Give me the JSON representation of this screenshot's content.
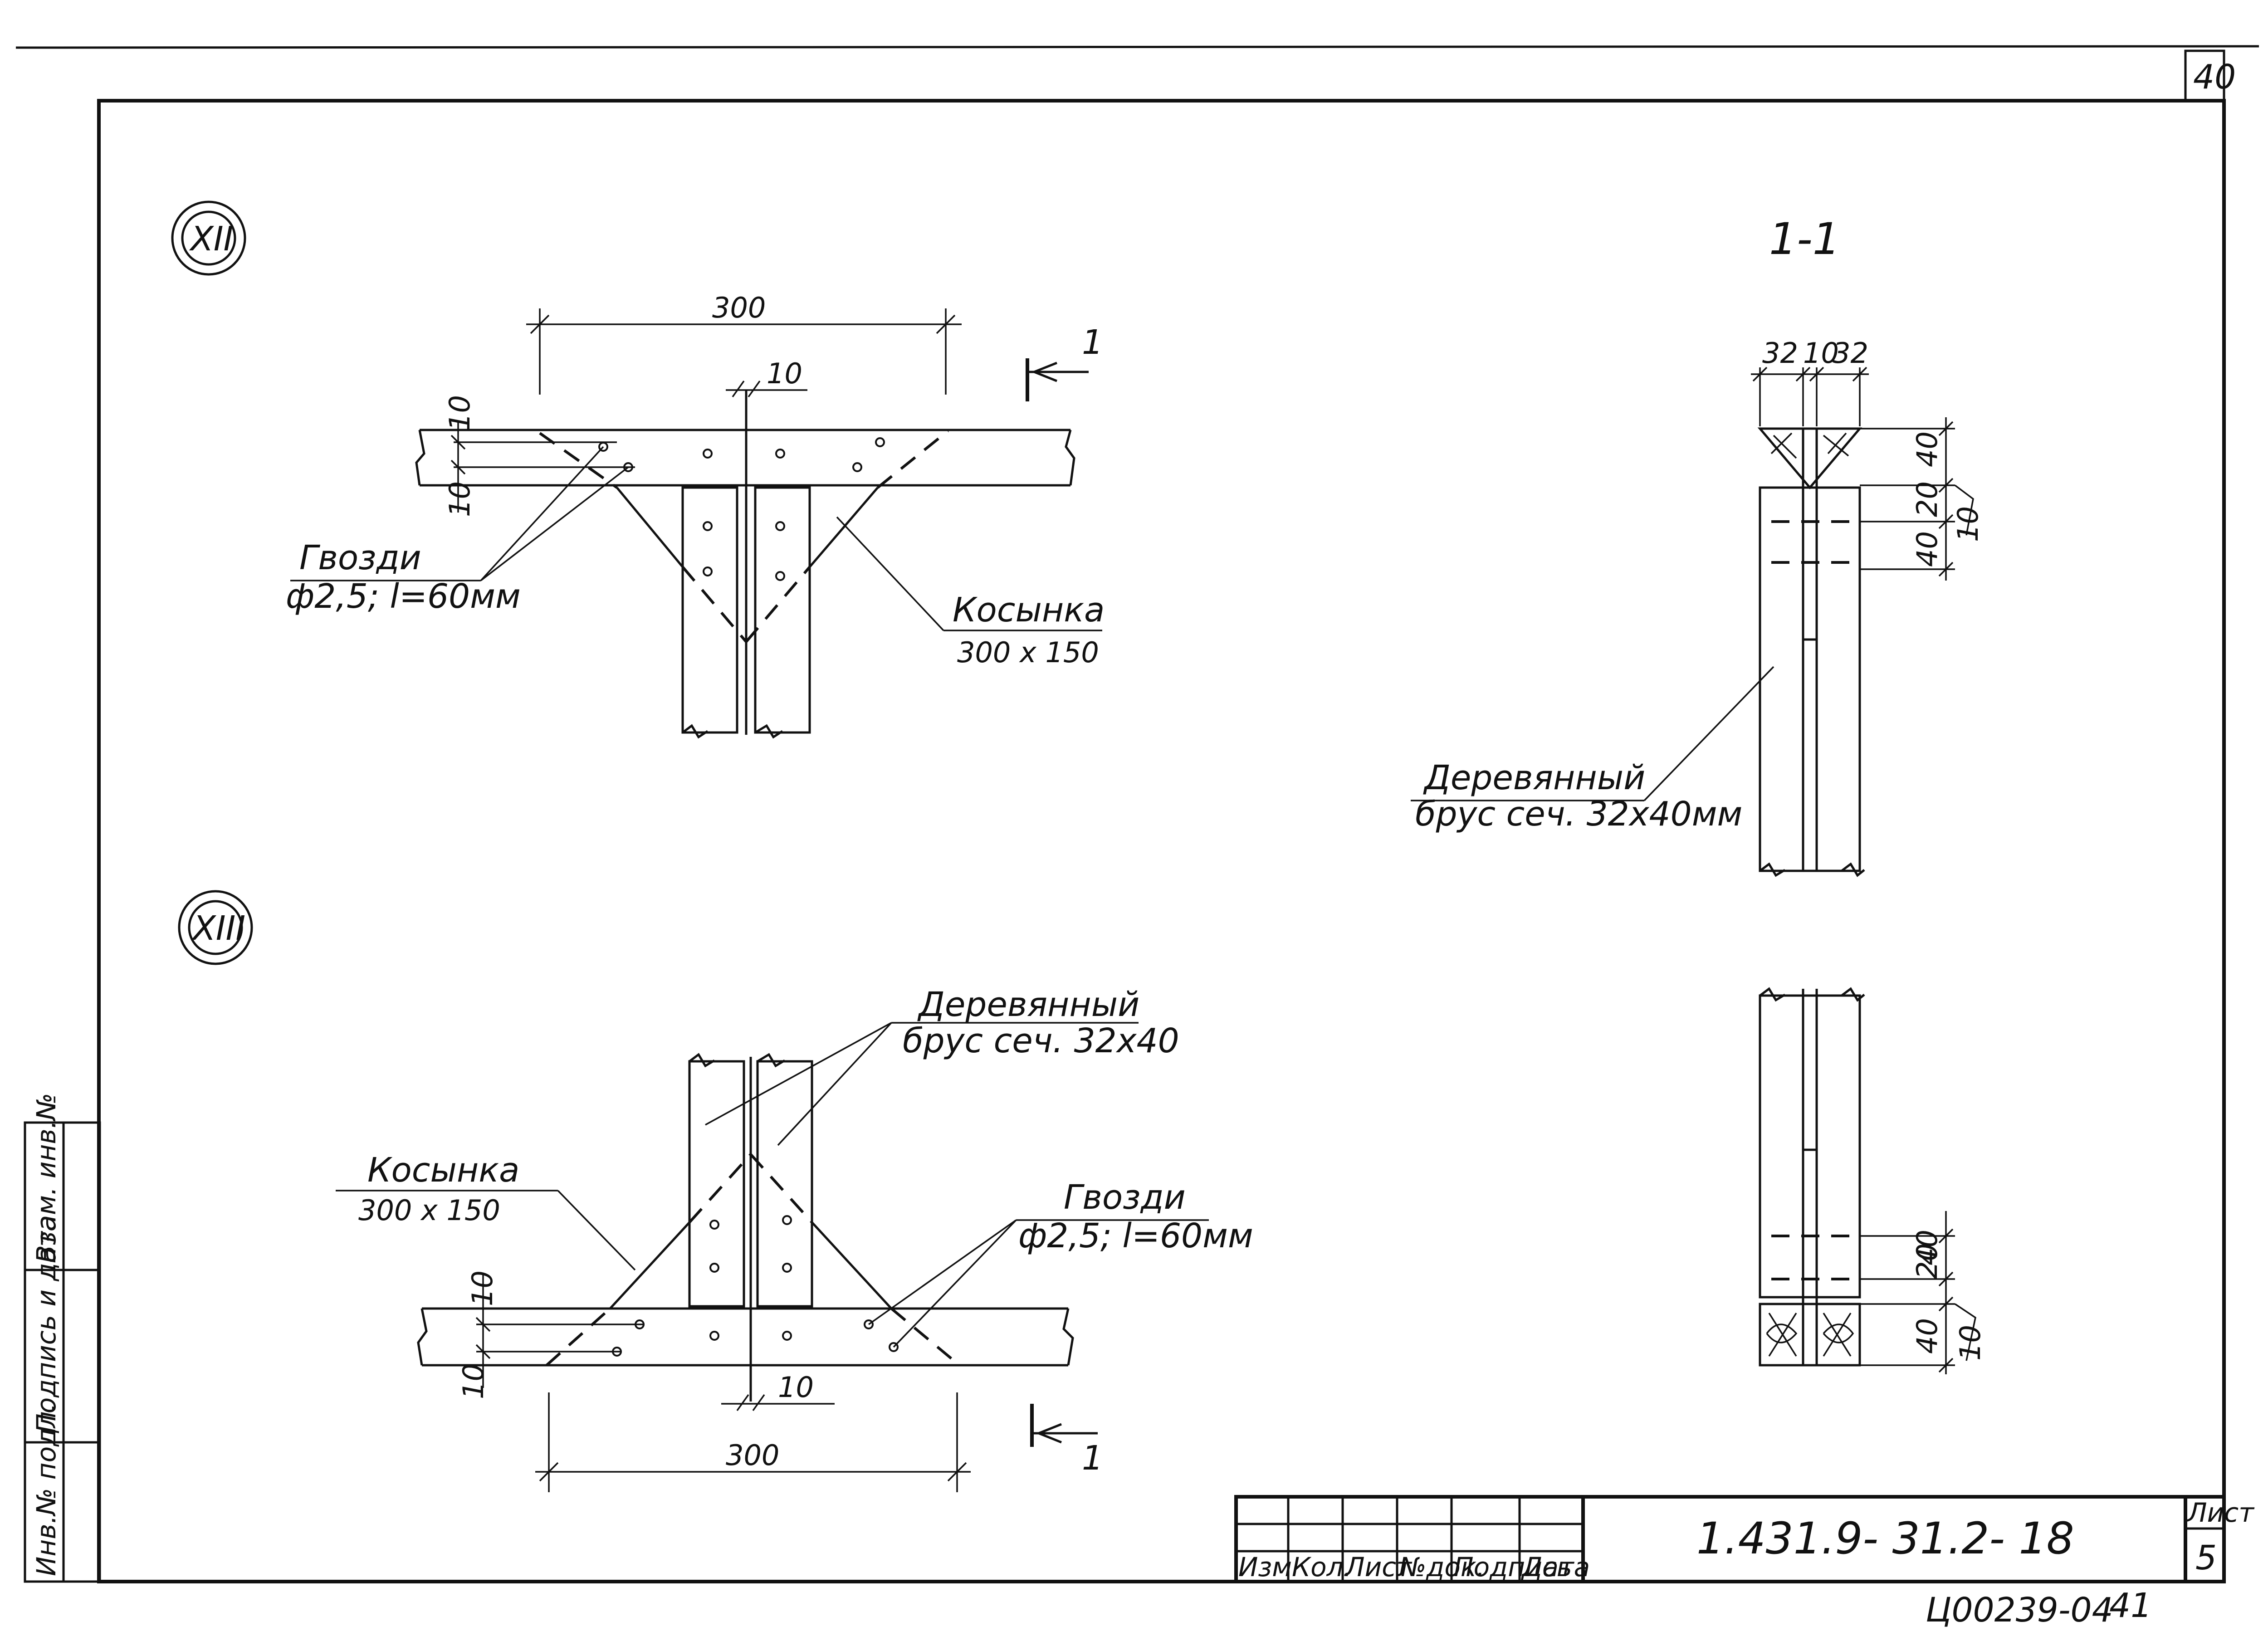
{
  "sheet_number_top": "40",
  "section_label": "1-1",
  "detail_xii": {
    "marker": "XII",
    "dim_width": "300",
    "dim_gap": "10",
    "dim_edge_1": "10",
    "dim_edge_2": "10",
    "section_cut": "1",
    "nails_label": "Гвозди",
    "nails_spec": "ф2,5; l=60мм",
    "gusset_label": "Косынка",
    "gusset_size": "300 х 150"
  },
  "detail_xiii": {
    "marker": "XIII",
    "dim_width": "300",
    "dim_gap": "10",
    "dim_edge_1": "10",
    "dim_edge_2": "10",
    "section_cut": "1",
    "timber_label": "Деревянный",
    "timber_spec": "брус сеч. 32х40",
    "gusset_label": "Косынка",
    "gusset_size": "300 х 150",
    "nails_label": "Гвозди",
    "nails_spec": "ф2,5; l=60мм"
  },
  "section_view": {
    "dim_top_1": "32",
    "dim_top_2": "10",
    "dim_top_3": "32",
    "dim_upper_1": "40",
    "dim_upper_2": "20",
    "dim_upper_3": "40",
    "dim_upper_4": "10",
    "dim_lower_1": "20",
    "dim_lower_2": "40",
    "dim_lower_3": "40",
    "dim_lower_4": "10",
    "timber_label": "Деревянный",
    "timber_spec": "брус сеч. 32х40мм"
  },
  "side_stamp": [
    "Инв.№ подл.",
    "Подпись и дата",
    "Взам. инв.№"
  ],
  "title_block": {
    "columns": [
      "Изм",
      "Кол.",
      "Лист",
      "№док.",
      "Подпись",
      "Дата"
    ],
    "designation": "1.431.9- 31.2- 18",
    "sheet_label": "Лист",
    "sheet_number": "5"
  },
  "archive_number": "Ц00239-04",
  "archive_page": "41"
}
